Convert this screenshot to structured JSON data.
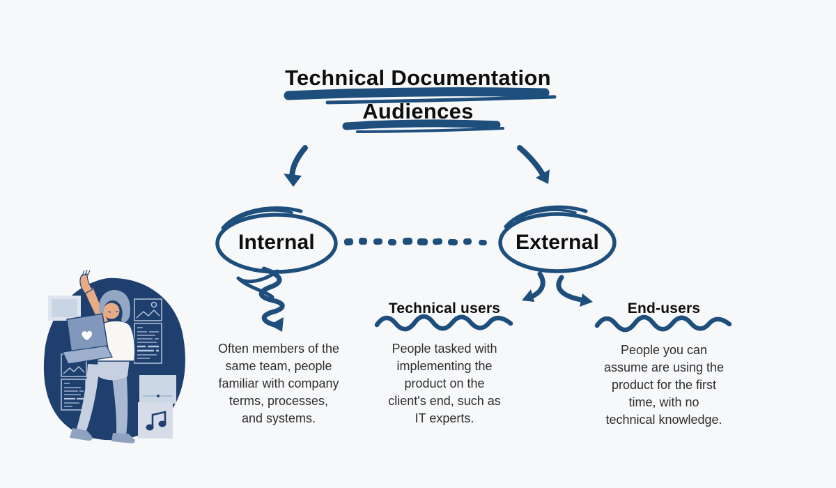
{
  "title": {
    "line1": "Technical Documentation",
    "line2": "Audiences"
  },
  "nodes": {
    "internal": {
      "label": "Internal",
      "description": "Often members of the\nsame team, people\nfamiliar with company\nterms, processes,\nand systems."
    },
    "external": {
      "label": "External"
    }
  },
  "branches": {
    "technical_users": {
      "heading": "Technical users",
      "description": "People tasked with\nimplementing the\nproduct on the\nclient's end, such as\nIT experts."
    },
    "end_users": {
      "heading": "End-users",
      "description": "People you can\nassume are using the\nproduct for the first\ntime, with no\ntechnical knowledge."
    }
  },
  "illustration": {
    "name": "person-with-laptop-waving",
    "elements": [
      "navy-blob",
      "wireframe-image-cards",
      "wireframe-text-cards",
      "monitor-card",
      "music-note-card",
      "laptop-with-heart"
    ]
  },
  "colors": {
    "background": "#f7f8fa",
    "accent_ink_blue": "#1e4e7c",
    "blob_navy": "#1f406e",
    "heading_black": "#0d0d0d",
    "body_text": "#2d2d2d",
    "wireframe_line": "#b6c5dc",
    "skin": "#e7ab85",
    "hair_gray_blue": "#93a6c2",
    "laptop_blue": "#8197bc"
  }
}
